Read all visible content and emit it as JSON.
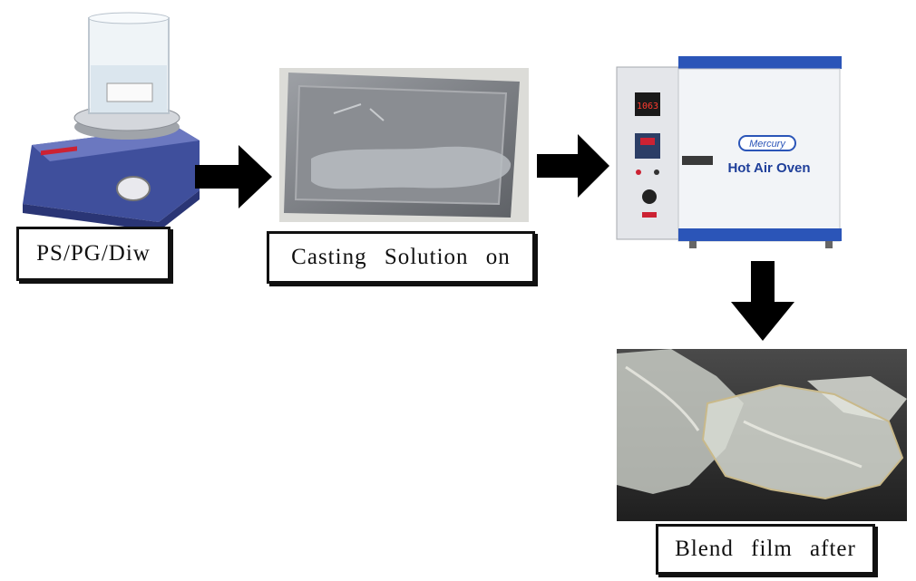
{
  "steps": [
    {
      "label": "PS/PG/Diw",
      "device": "hotplate-stirrer"
    },
    {
      "label": "Casting Solution on",
      "device": "casting-tray"
    },
    {
      "label": "",
      "device": "hot-air-oven"
    },
    {
      "label": "Blend film after",
      "device": "blend-film"
    }
  ],
  "oven": {
    "brand": "Mercury",
    "name": "Hot Air Oven",
    "display": "1063"
  },
  "colors": {
    "arrow": "#000000",
    "oven_blue": "#2b55b8",
    "stirrer_blue": "#3f4f9c"
  }
}
